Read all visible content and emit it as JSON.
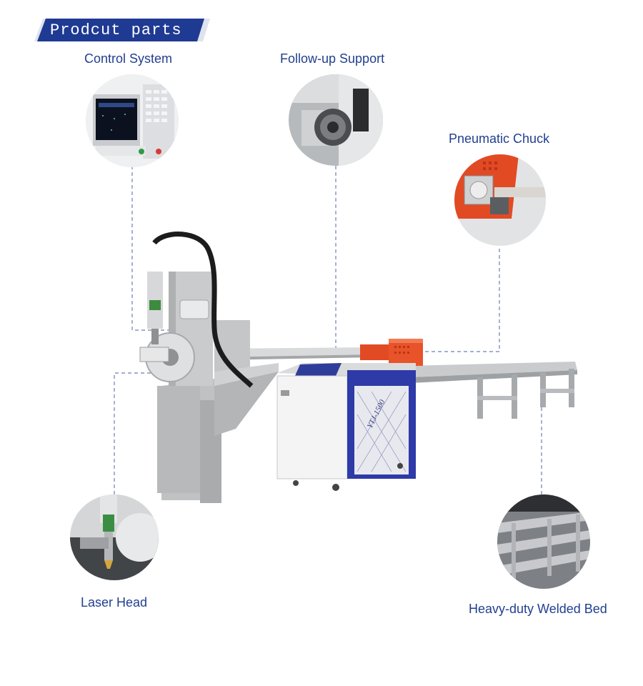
{
  "header": {
    "title": "Prodcut parts"
  },
  "parts": {
    "control_system": "Control System",
    "follow_up_support": "Follow-up Support",
    "pneumatic_chuck": "Pneumatic Chuck",
    "laser_head": "Laser Head",
    "welded_bed": "Heavy-duty Welded Bed"
  },
  "machine": {
    "model_label": "YTJ-1500"
  },
  "colors": {
    "label": "#223f8f",
    "banner": "#1f3a93",
    "leader": "#6d7fb5",
    "cabinet_blue": "#2d3aa8",
    "chuck_orange": "#e24a24",
    "frame_grey": "#c7c9cb"
  }
}
